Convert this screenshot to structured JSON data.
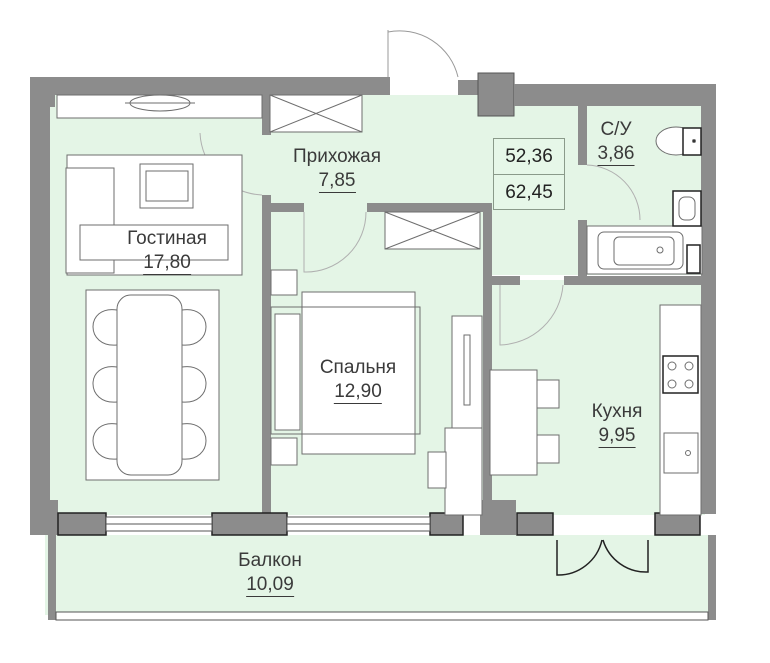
{
  "plan": {
    "type": "apartment-floor-plan",
    "colors": {
      "floor": "#e4f5e6",
      "wall": "#8c8c8c",
      "furniture": "#ffffff",
      "furniture_stroke": "#6e6e6e",
      "text": "#3a3a3a"
    },
    "totals": {
      "living_area": "52,36",
      "total_area": "62,45"
    },
    "rooms": [
      {
        "id": "living",
        "name": "Гостиная",
        "area": "17,80"
      },
      {
        "id": "hall",
        "name": "Прихожая",
        "area": "7,85"
      },
      {
        "id": "bathroom",
        "name": "С/У",
        "area": "3,86"
      },
      {
        "id": "bedroom",
        "name": "Спальня",
        "area": "12,90"
      },
      {
        "id": "kitchen",
        "name": "Кухня",
        "area": "9,95"
      },
      {
        "id": "balcony",
        "name": "Балкон",
        "area": "10,09"
      }
    ]
  }
}
